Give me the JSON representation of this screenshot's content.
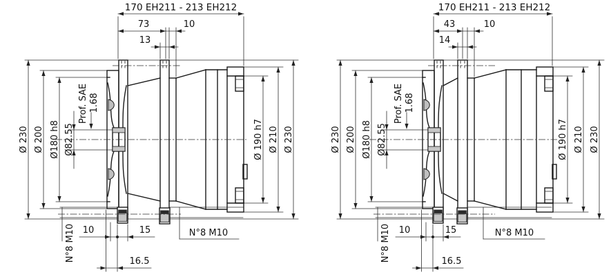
{
  "colors": {
    "outline": "#1a1a1a",
    "dimension_line": "#2e2e2e",
    "section_fill": "#c6c6c6",
    "background": "#ffffff",
    "text": "#111111"
  },
  "views": [
    {
      "dims": {
        "overall": "170 EH211 - 213 EH212",
        "top_a": "73",
        "top_b": "10",
        "top_c": "13",
        "left_a": "Ø 230",
        "left_b": "Ø 200",
        "left_c": "Ø180 h8",
        "left_d": "Ø82.55",
        "spline_label": "Prof. SAE",
        "spline_pitch": "1.68",
        "right_a": "Ø 190 h7",
        "right_b": "Ø 210",
        "right_c": "Ø 230",
        "bottom_a": "10",
        "bottom_b": "15",
        "bottom_c": "16.5",
        "thread_vertical": "N°8 M10",
        "thread_horizontal": "N°8 M10"
      }
    },
    {
      "dims": {
        "overall": "170 EH211 - 213 EH212",
        "top_a": "43",
        "top_b": "10",
        "top_c": "14",
        "left_a": "Ø 230",
        "left_b": "Ø 200",
        "left_c": "Ø180 h8",
        "left_d": "Ø82.55",
        "spline_label": "Prof. SAE",
        "spline_pitch": "1.68",
        "right_a": "Ø 190 h7",
        "right_b": "Ø 210",
        "right_c": "Ø 230",
        "bottom_a": "10",
        "bottom_b": "15",
        "bottom_c": "16.5",
        "thread_vertical": "N°8 M10",
        "thread_horizontal": "N°8 M10"
      }
    }
  ]
}
